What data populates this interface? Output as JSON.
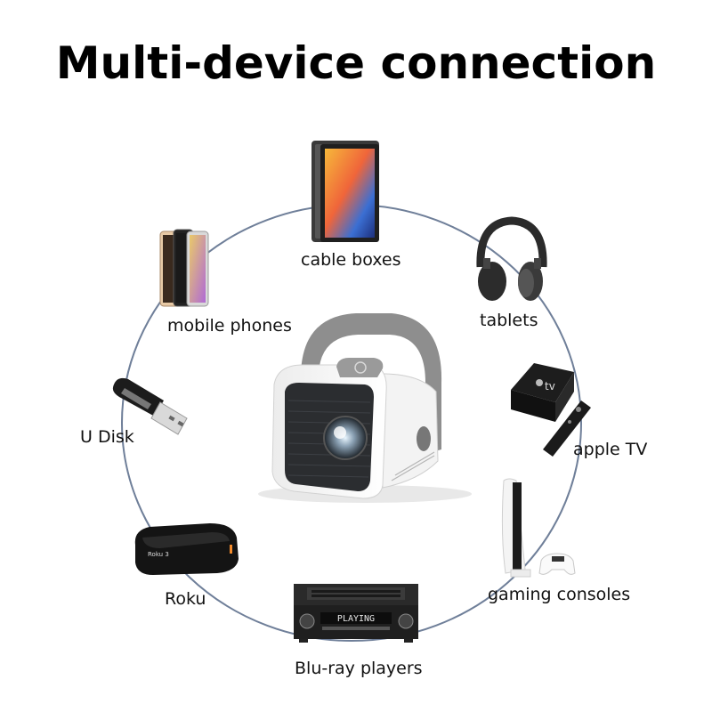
{
  "title": "Multi-device connection",
  "center_device": {
    "name": "projector"
  },
  "devices": [
    {
      "label": "cable boxes",
      "icon": "tablet-icon"
    },
    {
      "label": "tablets",
      "icon": "headphones-icon"
    },
    {
      "label": "apple TV",
      "icon": "apple-tv-icon",
      "logo_text": "tv"
    },
    {
      "label": "gaming consoles",
      "icon": "game-console-icon"
    },
    {
      "label": "Blu-ray players",
      "icon": "av-receiver-icon",
      "display_text": "PLAYING"
    },
    {
      "label": "Roku",
      "icon": "roku-box-icon",
      "logo_text": "Roku 3"
    },
    {
      "label": "U Disk",
      "icon": "usb-drive-icon"
    },
    {
      "label": "mobile phones",
      "icon": "smartphones-icon"
    }
  ],
  "colors": {
    "ring": "#6f7f99",
    "text": "#111111",
    "accent_orange": "#f28b2c"
  }
}
